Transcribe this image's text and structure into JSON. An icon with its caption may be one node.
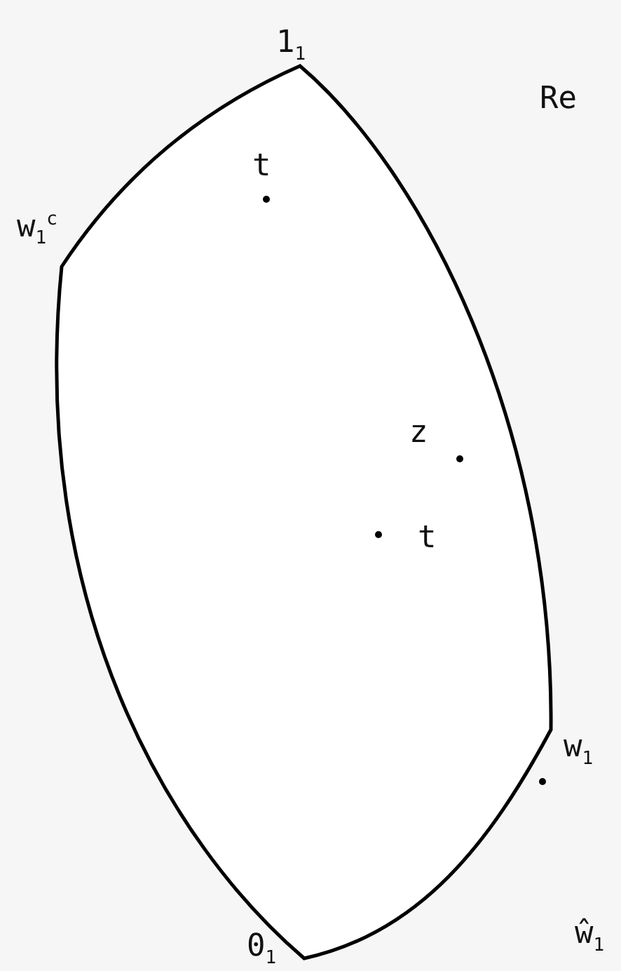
{
  "diagram": {
    "labels": [
      "1$_{1}$",
      "Re",
      "t",
      "w$_{1}$$^{c}$",
      "z",
      "t",
      "w$_{1}$",
      "ŵ$_{1}$",
      "0$_{1}$"
    ]
  }
}
